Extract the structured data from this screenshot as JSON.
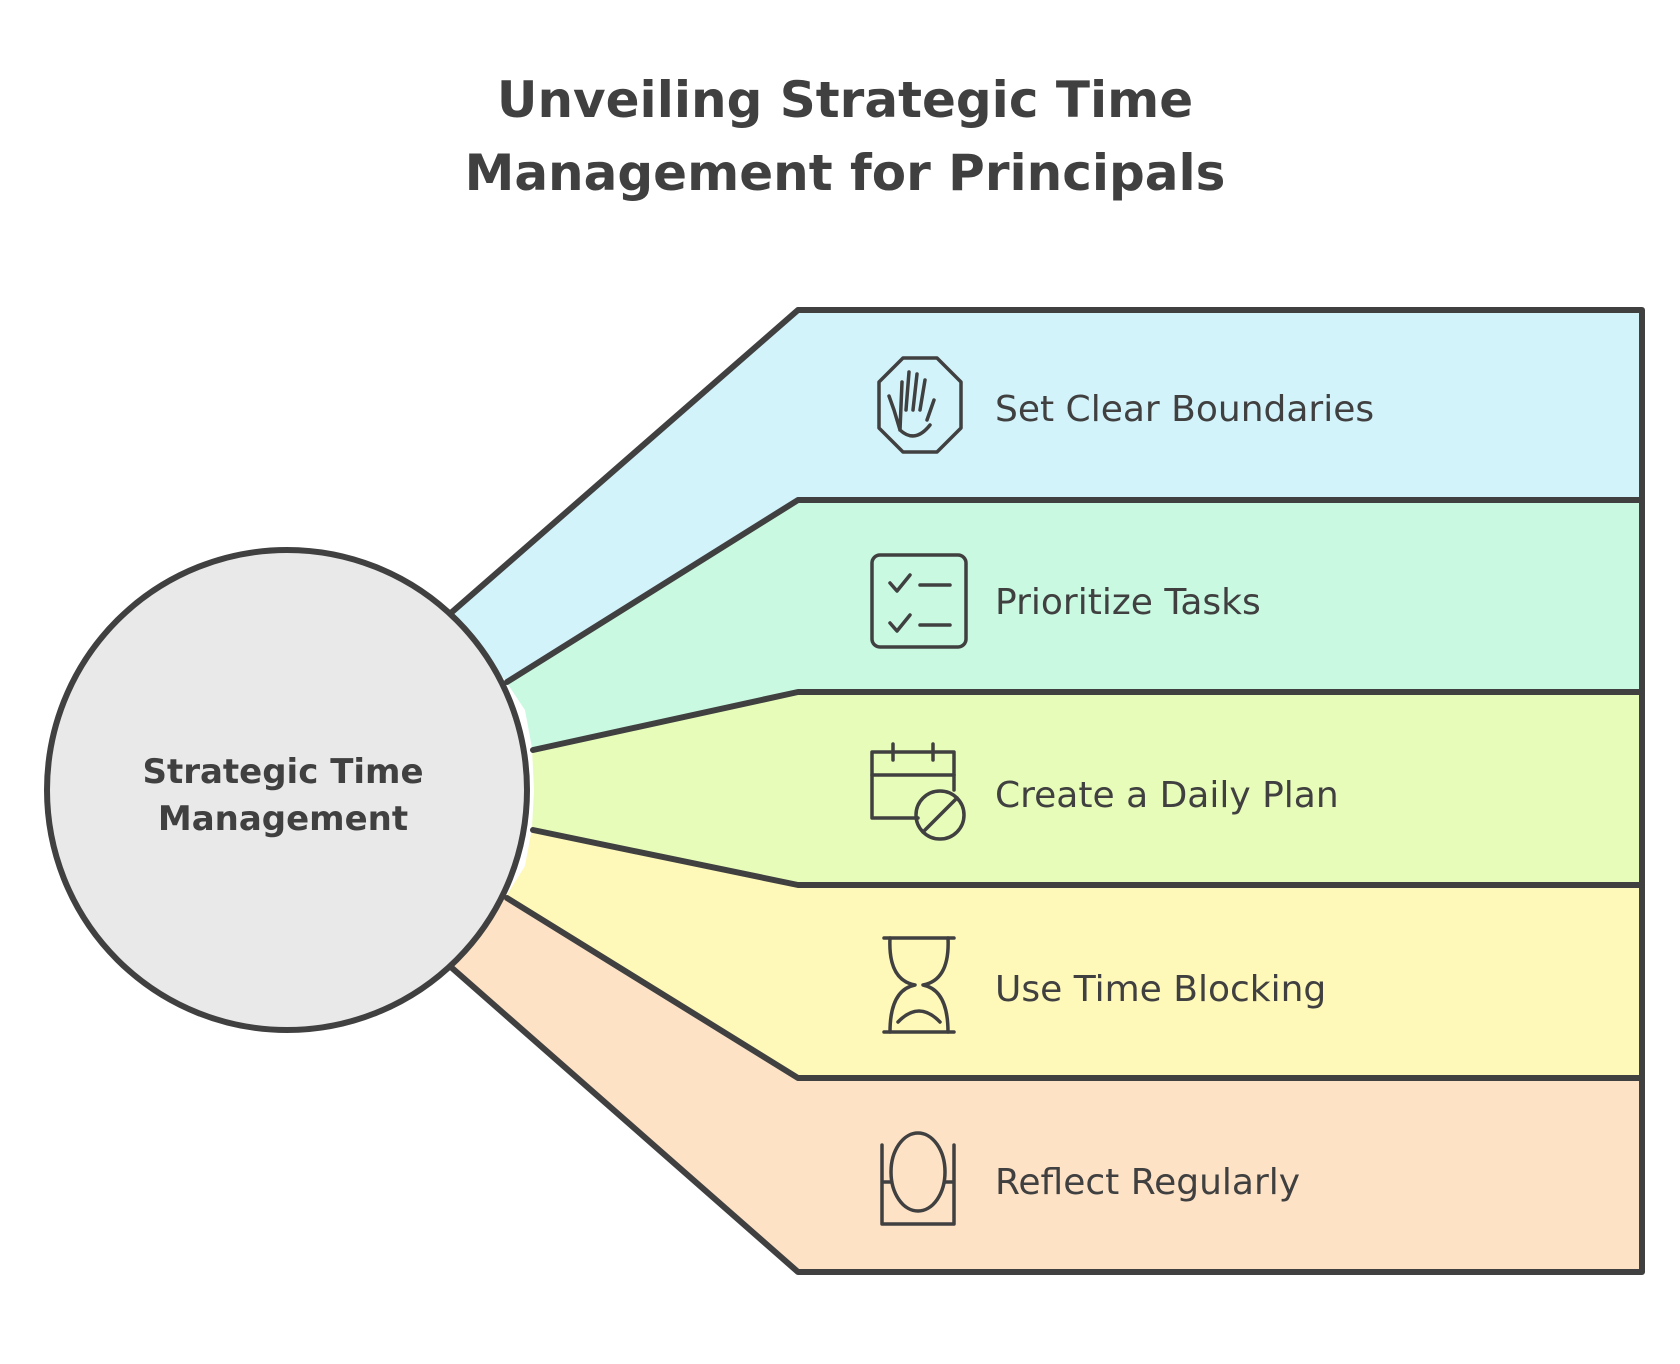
{
  "title": {
    "line1": "Unveiling Strategic Time",
    "line2": "Management for Principals"
  },
  "hub": {
    "line1": "Strategic Time",
    "line2": "Management"
  },
  "items": [
    {
      "label": "Set Clear Boundaries",
      "icon": "stop-hand-icon",
      "color": "#d3f3fb"
    },
    {
      "label": "Prioritize Tasks",
      "icon": "checklist-icon",
      "color": "#c9f9e1"
    },
    {
      "label": "Create a Daily Plan",
      "icon": "calendar-blocked-icon",
      "color": "#e7fcb9"
    },
    {
      "label": "Use Time Blocking",
      "icon": "hourglass-icon",
      "color": "#fef8b9"
    },
    {
      "label": "Reflect Regularly",
      "icon": "mirror-icon",
      "color": "#fde2c6"
    }
  ],
  "colors": {
    "stroke": "#404040",
    "hub_fill": "#e9e9e9"
  }
}
